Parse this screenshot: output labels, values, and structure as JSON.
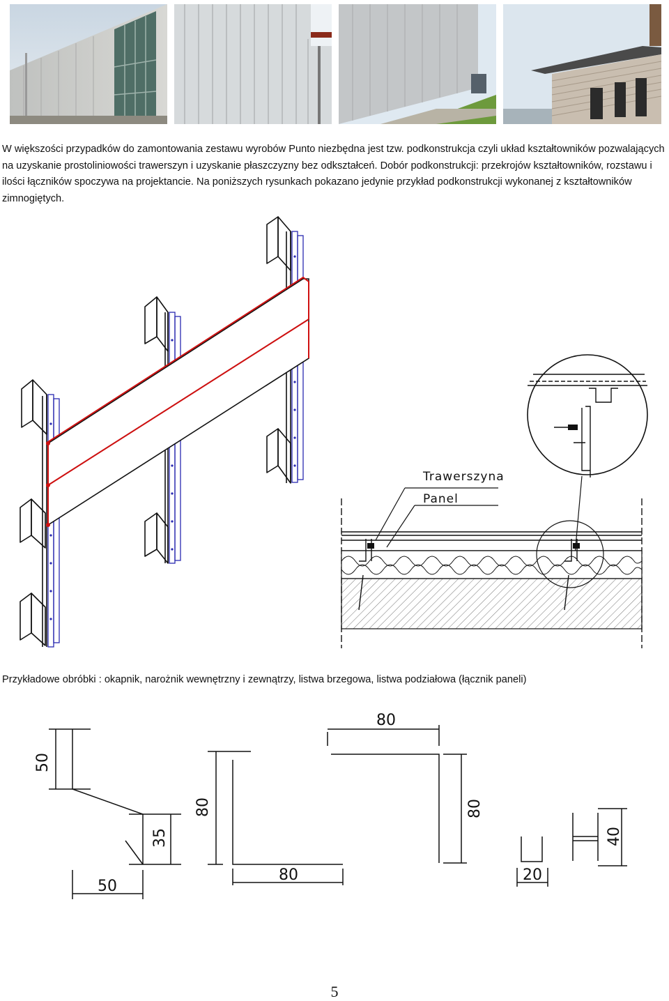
{
  "photos": [
    {
      "name": "photo-warehouse-glass-facade"
    },
    {
      "name": "photo-facade-closeup"
    },
    {
      "name": "photo-facade-with-lawn"
    },
    {
      "name": "photo-house-with-balconies"
    }
  ],
  "paragraph_1": "W większości przypadków do zamontowania zestawu wyrobów Punto niezbędna jest tzw. podkonstrukcja czyli układ kształtowników pozwalających na uzyskanie prostoliniowości trawerszyn i uzyskanie płaszczyzny bez odkształceń. Dobór podkonstrukcji: przekrojów kształtowników, rozstawu i ilości łączników spoczywa na projektancie. Na poniższych rysunkach pokazano jedynie przykład podkonstrukcji wykonanej z kształtowników zimnogiętych.",
  "section_drawing": {
    "label_trawerszyna": "Trawerszyna",
    "label_panel": "Panel"
  },
  "paragraph_2": "Przykładowe obróbki : okapnik, narożnik wewnętrzny i zewnątrzy, listwa brzegowa, listwa podziałowa (łącznik paneli)",
  "profiles": {
    "okapnik": {
      "height": "50",
      "drop": "35",
      "width": "50"
    },
    "narożnik_wewnętrzny": {
      "height": "80",
      "width": "80"
    },
    "narożnik_zewnętrzny": {
      "width": "80",
      "height": "80"
    },
    "listwa_brzegowa": {
      "width": "20"
    },
    "listwa_podziałowa": {
      "height": "40"
    }
  },
  "page_number": "5",
  "colors": {
    "panel_edge": "#d01010",
    "bracket": "#2a2ab0",
    "line": "#111111"
  }
}
